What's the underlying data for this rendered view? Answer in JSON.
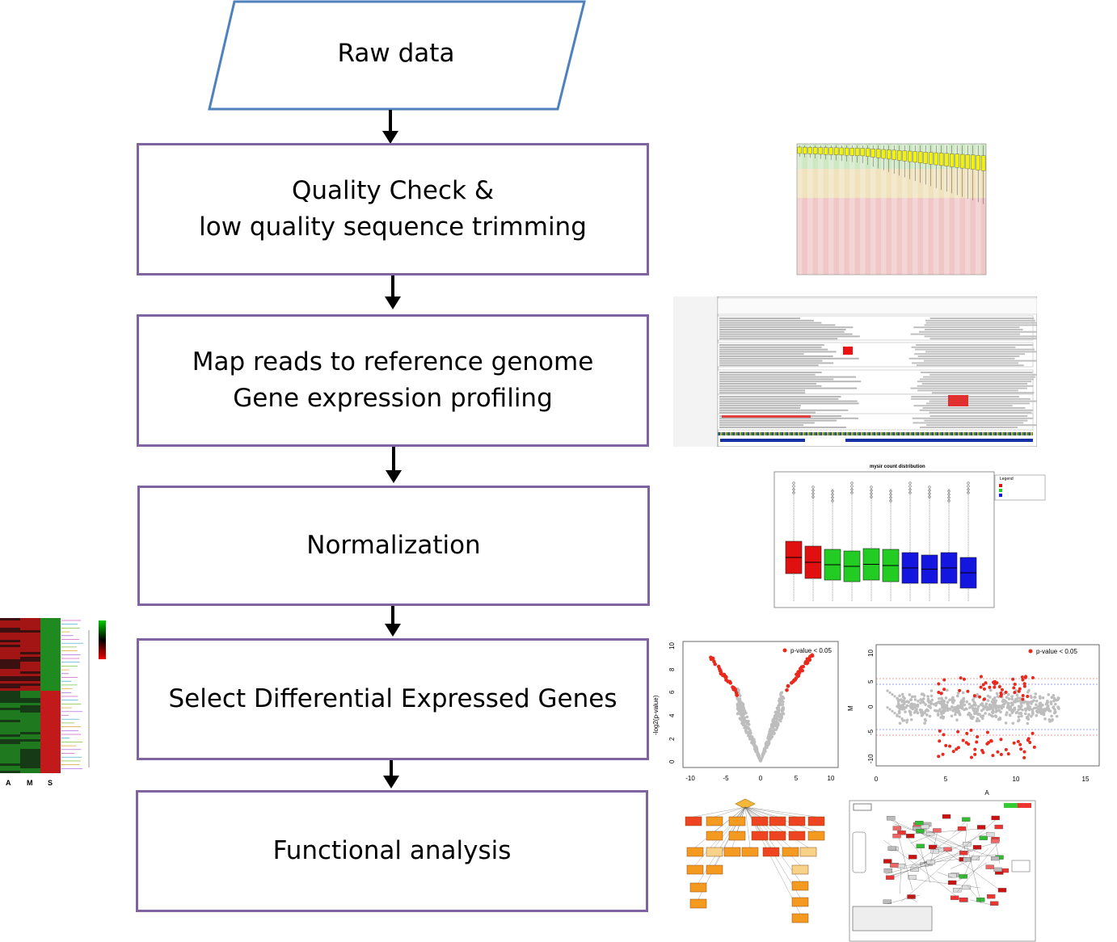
{
  "flow": {
    "input": "Raw data",
    "steps": [
      {
        "id": "qc",
        "lines": [
          "Quality Check &",
          "low quality sequence trimming"
        ]
      },
      {
        "id": "map",
        "lines": [
          "Map reads to reference genome",
          "Gene expression profiling"
        ]
      },
      {
        "id": "norm",
        "lines": [
          "Normalization"
        ]
      },
      {
        "id": "deg",
        "lines": [
          "Select Differential Expressed Genes"
        ]
      },
      {
        "id": "func",
        "lines": [
          "Functional analysis"
        ]
      }
    ]
  },
  "thumbnails": {
    "heatmap": {
      "columns": [
        "A",
        "M",
        "S"
      ]
    },
    "boxplot": {
      "title": "mysir count distribution",
      "legend_title": "Legend"
    },
    "volcano": {
      "legend": "p-value < 0.05",
      "ylabel": "-log2(p-value)",
      "xticks": [
        "-10",
        "-5",
        "0",
        "5",
        "10"
      ],
      "yticks": [
        "0",
        "2",
        "4",
        "6",
        "8",
        "10"
      ]
    },
    "ma": {
      "legend": "p-value < 0.05",
      "xlabel": "A",
      "ylabel": "M",
      "xticks": [
        "0",
        "5",
        "10",
        "15"
      ],
      "yticks": [
        "10",
        "5",
        "0",
        "-5",
        "-10"
      ]
    }
  },
  "colors": {
    "input_border": "#4f81bd",
    "step_border": "#8064a2",
    "significant": "#e8291c",
    "nonsignificant": "#bdbdbd"
  }
}
